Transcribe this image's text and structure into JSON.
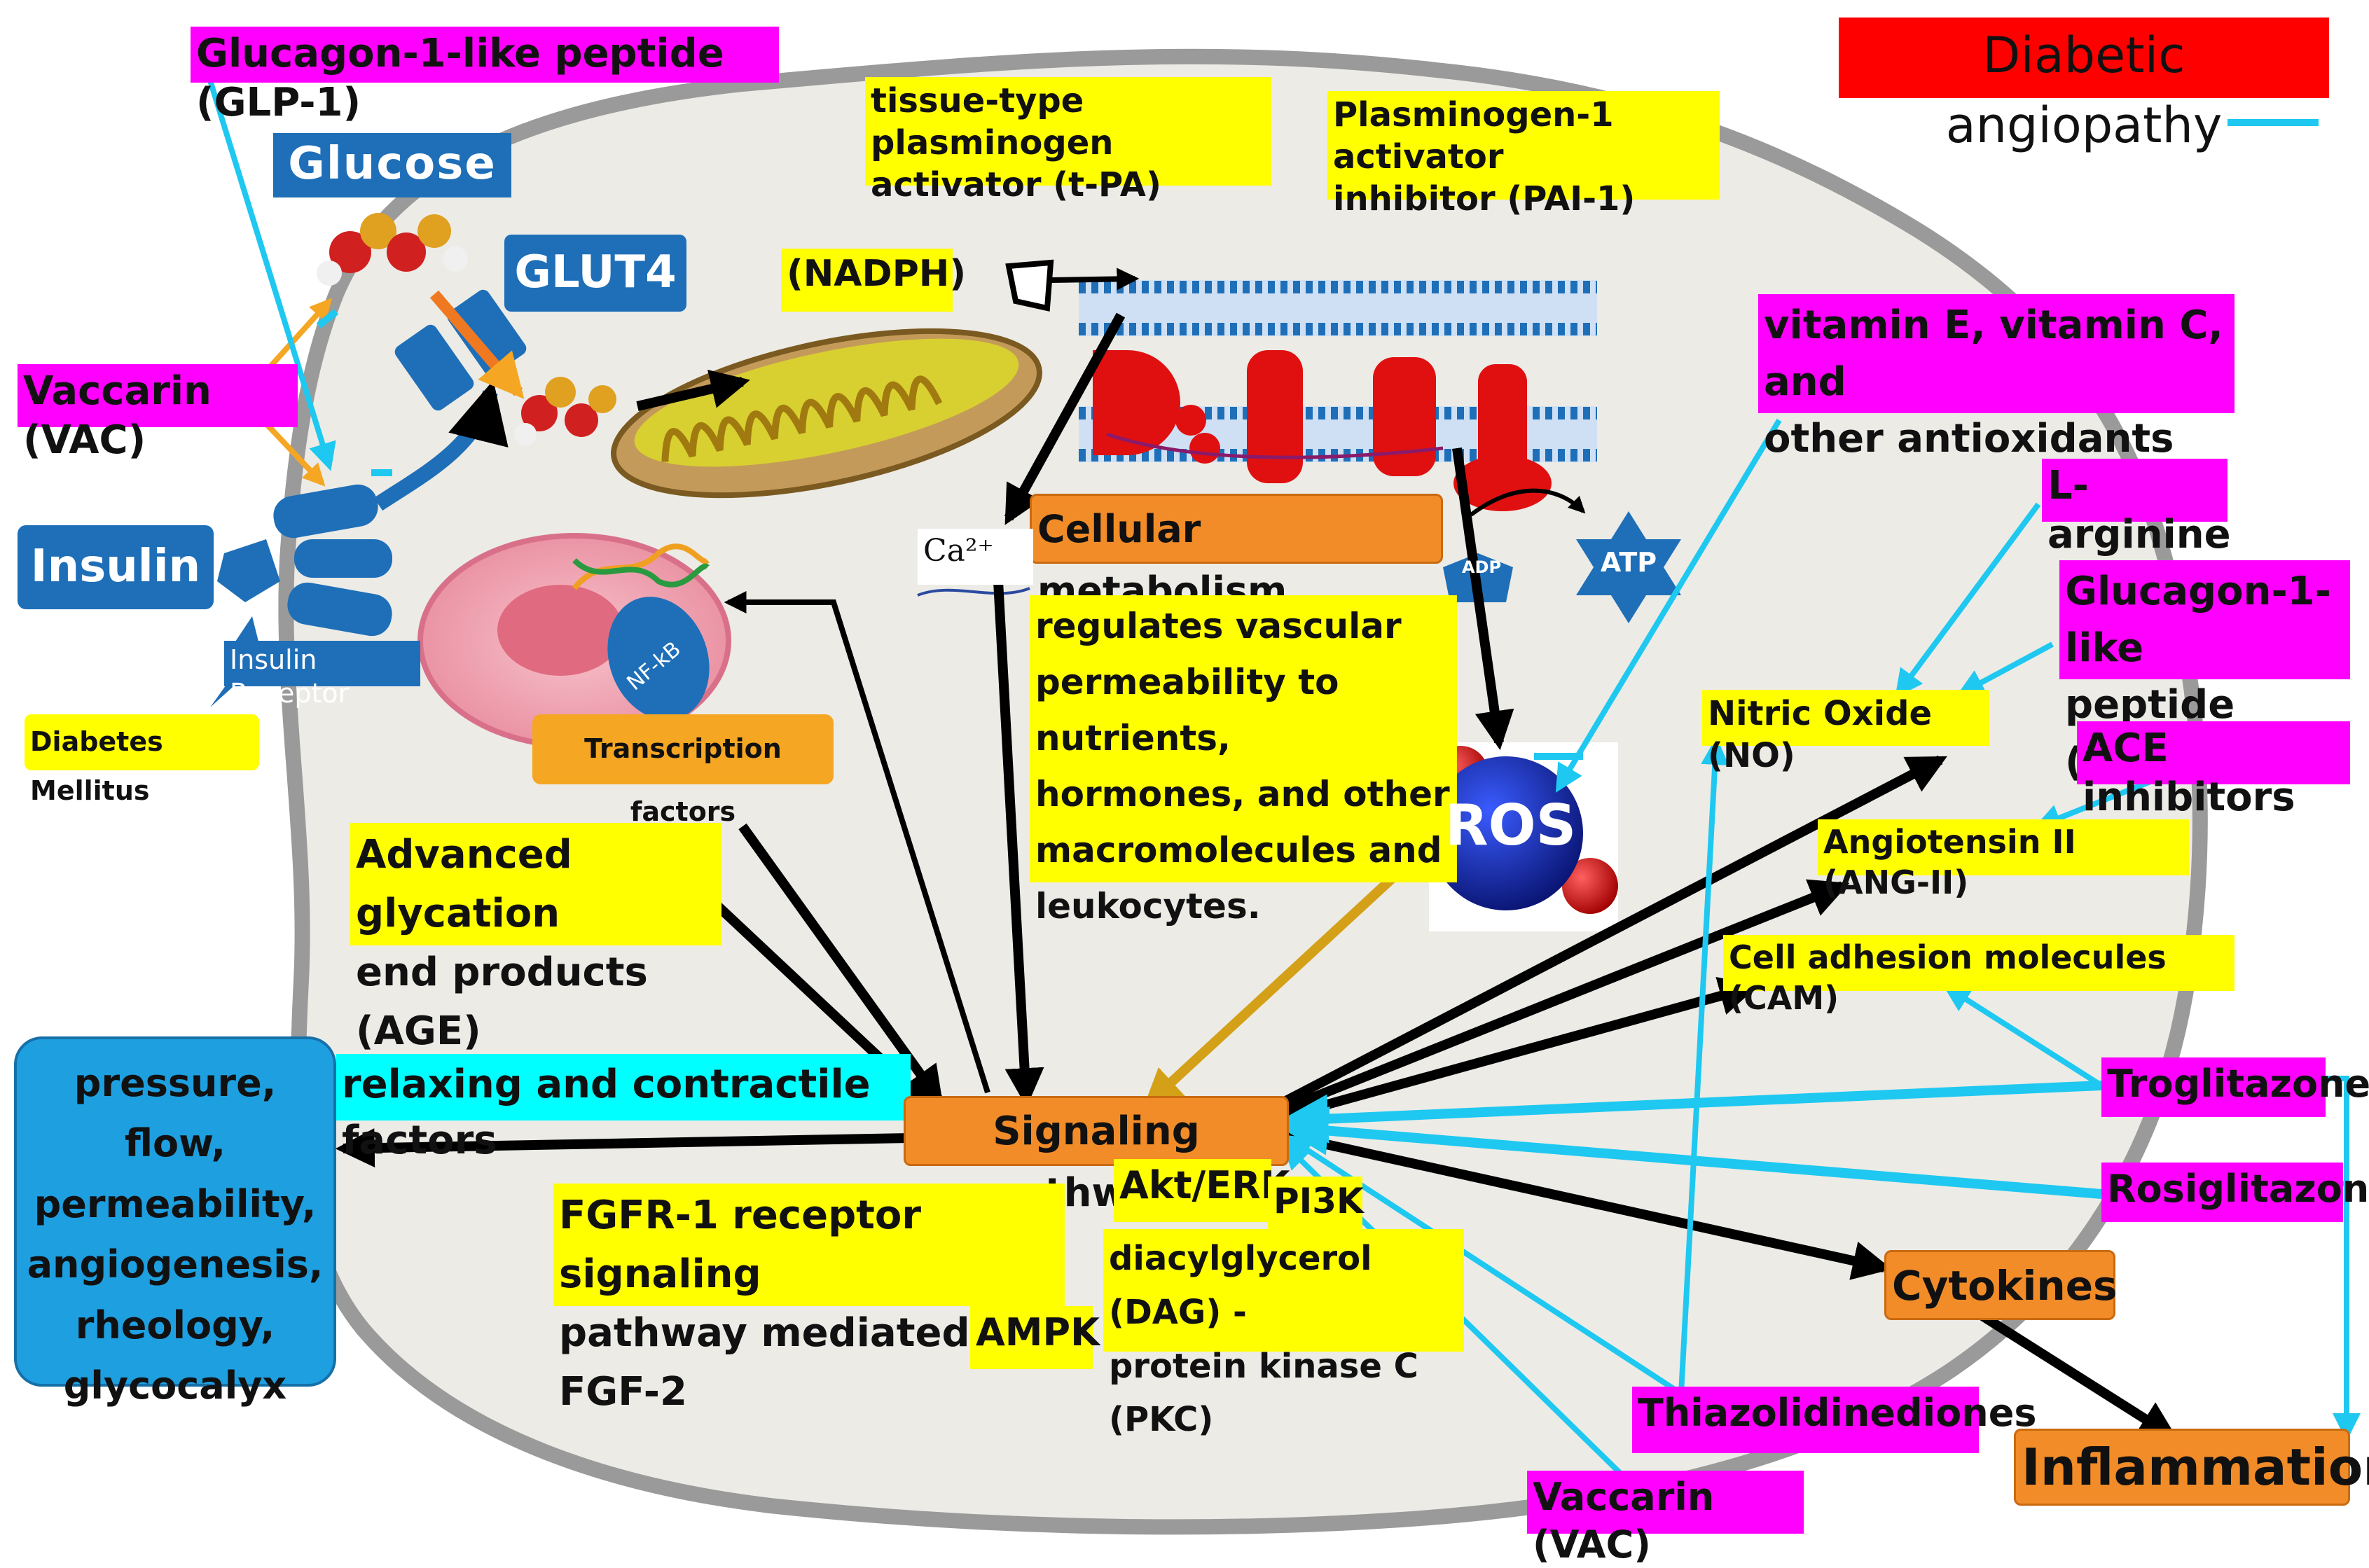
{
  "title": "Diabetic angiopathy",
  "labels": {
    "glp1_top": "Glucagon-1-like peptide (GLP-1)",
    "glucose": "Glucose",
    "glut4": "GLUT4",
    "vaccarin_left": "Vaccarin (VAC)",
    "insulin": "Insulin",
    "insulin_receptor": "Insulin Receptor",
    "diabetes_mellitus": "Diabetes Mellitus",
    "nfkb": "NF-kB",
    "transcription_factors": "Transcription factors",
    "tpa": "tissue-type plasminogen\nactivator (t-PA)",
    "pai1": "Plasminogen-1 activator\ninhibitor (PAI-1)",
    "nadph": "(NADPH)",
    "cellular_metabolism": "Cellular metabolism",
    "ca": "Ca²⁺",
    "atp": "ATP",
    "adp": "ADP",
    "regulates": "regulates vascular\npermeability to nutrients,\nhormones, and other\nmacromolecules and\nleukocytes.",
    "ros": "ROS",
    "antioxidants": "vitamin E, vitamin C, and\nother antioxidants",
    "l_arginine": "L-arginine",
    "glp1_right": "Glucagon-1-like\npeptide (GLP-1)",
    "no": "Nitric Oxide (NO)",
    "ace": "ACE inhibitors",
    "ang": "Angiotensin II (ANG-II)",
    "cam": "Cell adhesion molecules (CAM)",
    "age": "Advanced glycation\nend products (AGE)",
    "pressure": "pressure, flow,\npermeability,\nangiogenesis,\nrheology,\nglycocalyx",
    "relaxing": "relaxing and contractile factors",
    "signaling": "Signaling pathways",
    "akt": "Akt/ERK",
    "pi3k": "PI3K",
    "fgfr": "FGFR-1 receptor signaling\npathway mediated by FGF-2",
    "dag": "diacylglycerol (DAG) -\nprotein kinase C (PKC)",
    "ampk": "AMPK",
    "troglitazone": "Troglitazone",
    "rosiglitazone": "Rosiglitazone",
    "cytokines": "Cytokines",
    "thiazolidinediones": "Thiazolidinediones",
    "vaccarin_bottom": "Vaccarin (VAC)",
    "inflammation": "Inflammation"
  },
  "colors": {
    "highlight_yellow": "#ffff00",
    "highlight_magenta": "#ff00ff",
    "process_orange": "#f28c28",
    "factor_cyan": "#00ffff",
    "title_red": "#ff0000",
    "outcome_blue": "#1e9fe0",
    "arrow_black": "#000000",
    "arrow_cyan": "#1ec8f0",
    "arrow_gold": "#d4a017",
    "cell_fill": "#ecebe6",
    "cell_border": "#9a9a9a"
  }
}
